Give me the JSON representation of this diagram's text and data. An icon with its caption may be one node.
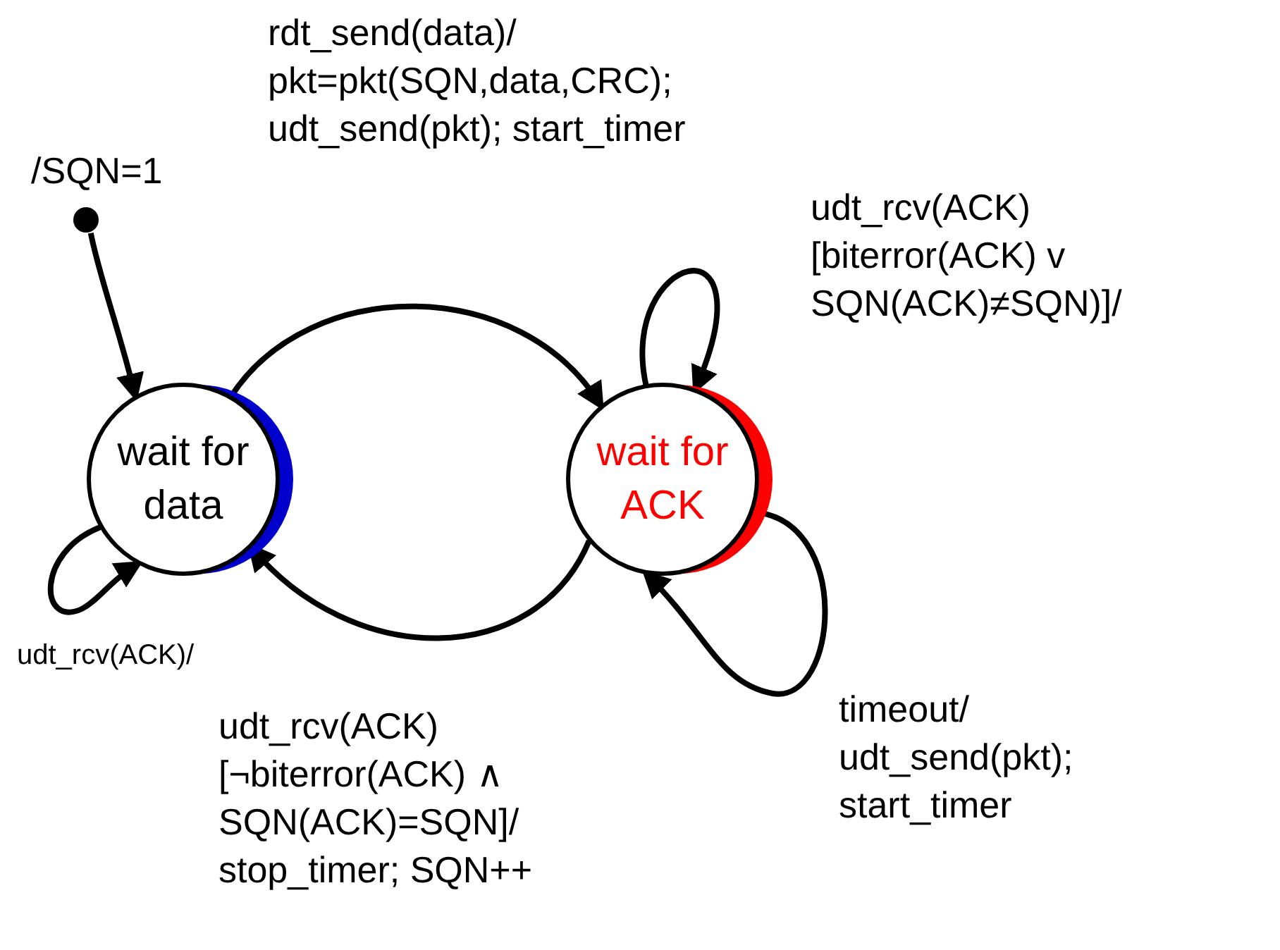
{
  "diagram": {
    "nodes": [
      {
        "text": [],
        "shape": "circle"
      },
      {
        "text": [
          "wait for data"
        ]
      },
      {
        "text": [
          "wait for ACK"
        ]
      }
    ],
    "edges": [
      {
        "from": 0,
        "to": 1,
        "arrow": "to",
        "label": "/SQN=1"
      },
      {
        "from": 1,
        "to": 2,
        "arrow": "to",
        "label": "rdt_send(data)/ pkt=pkt(SQN,data,CRC); udt_send(pkt); start_timer"
      },
      {
        "from": 2,
        "to": 2,
        "arrow": "to",
        "label": "udt_rcv(ACK) [biterror(ACK) v SQN(ACK)≠SQN)]/"
      },
      {
        "from": 2,
        "to": 2,
        "arrow": "to",
        "label": "timeout/ udt_send(pkt); start_timer"
      },
      {
        "from": 2,
        "to": 1,
        "arrow": "to",
        "label": "udt_rcv(ACK) [¬biterror(ACK) ∧ SQN(ACK)=SQN]/ stop_timer; SQN++"
      },
      {
        "from": 1,
        "to": 1,
        "arrow": "to",
        "label": "udt_rcv(ACK)/"
      }
    ]
  }
}
